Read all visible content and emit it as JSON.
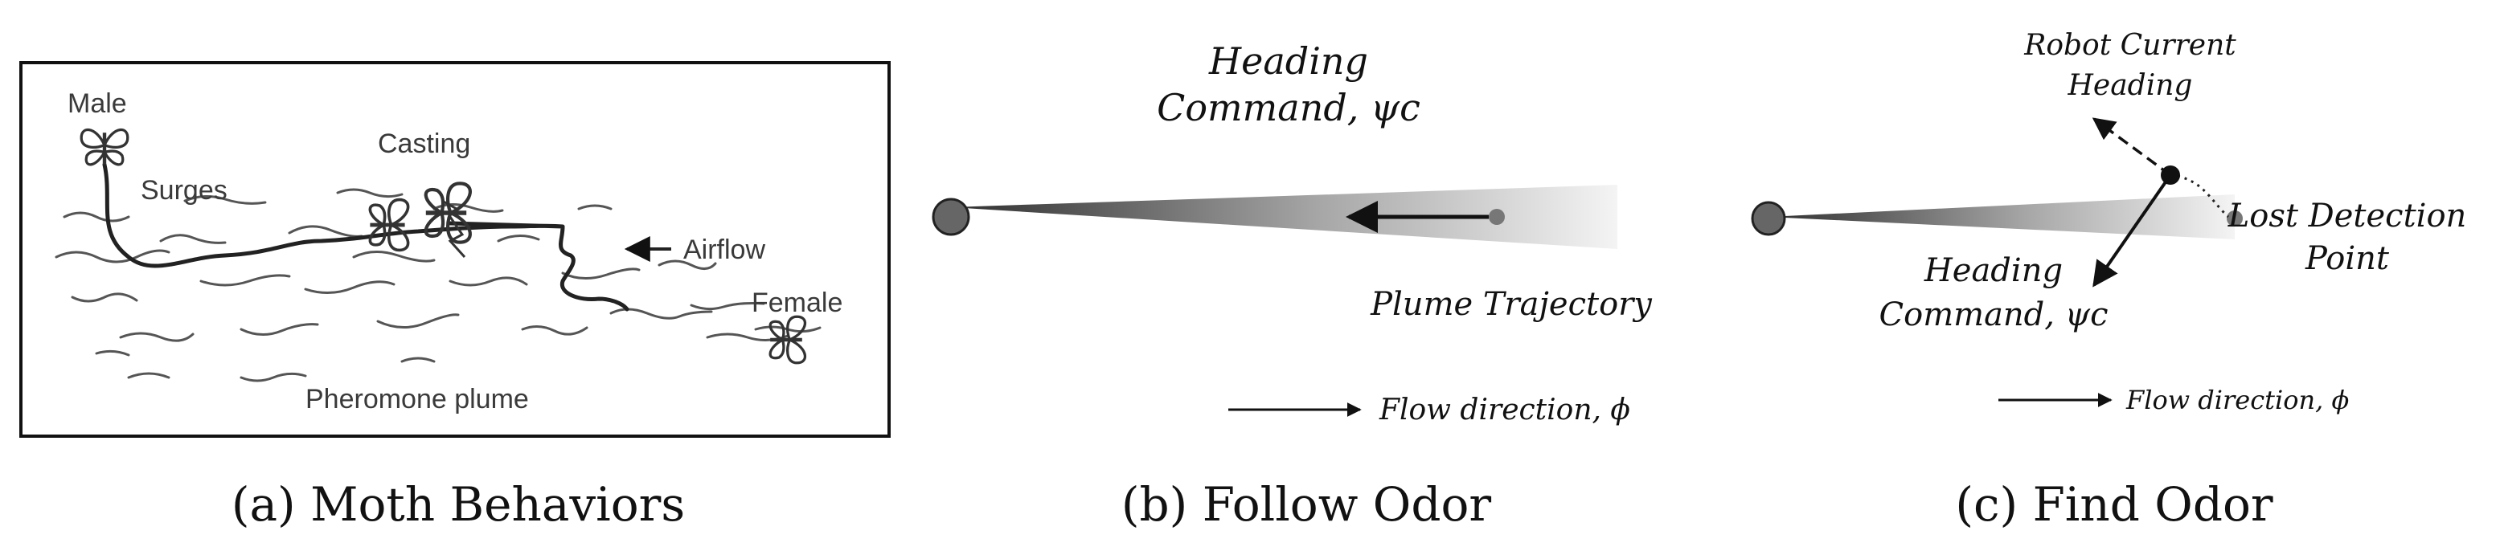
{
  "panel_a": {
    "labels": {
      "male": "Male",
      "surges": "Surges",
      "casting": "Casting",
      "airflow": "Airflow",
      "female": "Female",
      "plume": "Pheromone plume"
    },
    "caption": "(a)  Moth Behaviors"
  },
  "panel_b": {
    "heading_line1": "Heading",
    "heading_line2": "Command, ψc",
    "plume_label": "Plume Trajectory",
    "flow_label": "Flow direction, ϕ",
    "caption": "(b)  Follow Odor"
  },
  "panel_c": {
    "robot_line1": "Robot Current",
    "robot_line2": "Heading",
    "lost_line1": "Lost Detection",
    "lost_line2": "Point",
    "heading_line1": "Heading",
    "heading_line2": "Command, ψc",
    "flow_label": "Flow direction, ϕ",
    "caption": "(c)  Find Odor"
  },
  "colors": {
    "plume_dark": "#333333",
    "plume_light": "#f2f2f2",
    "source_fill": "#666666",
    "point_fill": "#777777",
    "robot_fill": "#111111"
  }
}
